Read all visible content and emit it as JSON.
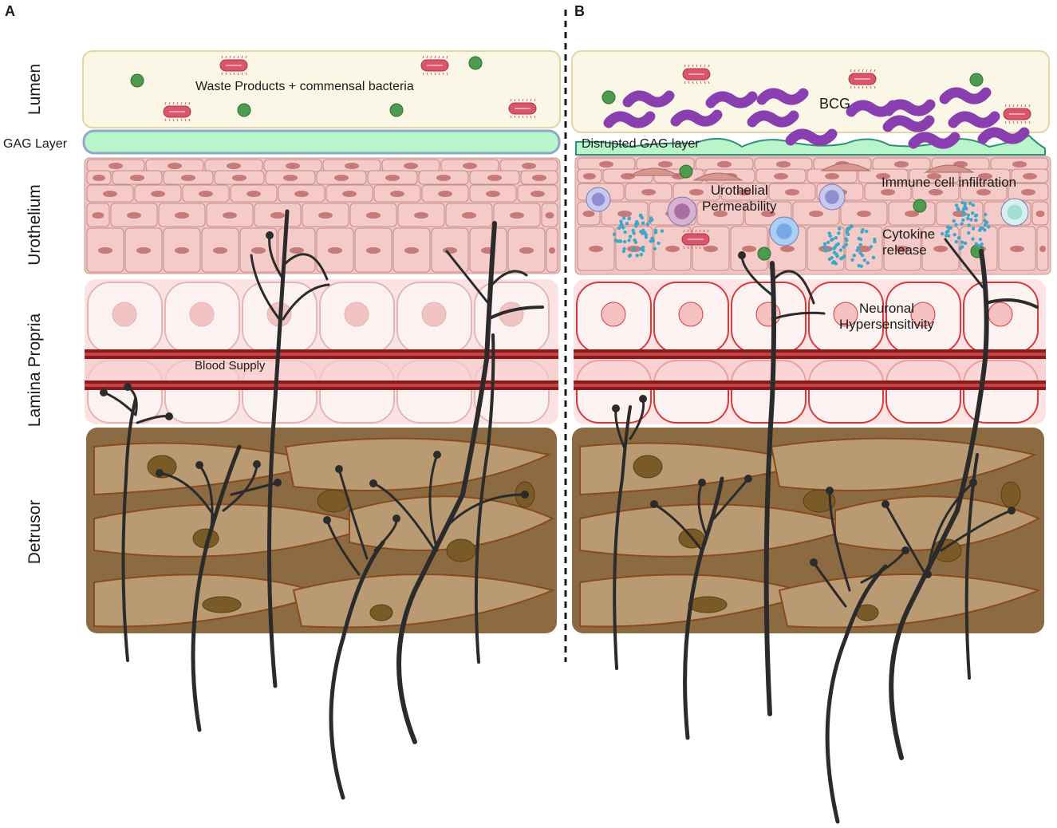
{
  "panels": {
    "a": "A",
    "b": "B"
  },
  "side_labels": {
    "lumen": "Lumen",
    "gag": "GAG Layer",
    "urothelium": "Urothelium",
    "lamina": "Lamina Propria",
    "detrusor": "Detrusor"
  },
  "panel_a": {
    "waste": "Waste Products + commensal bacteria",
    "blood": "Blood Supply"
  },
  "panel_b": {
    "bcg": "BCG",
    "gag": "Disrupted GAG layer",
    "permeability": [
      "Urothelial",
      "Permeability"
    ],
    "immune": "Immune cell infiltration",
    "cytokine": [
      "Cytokine",
      "release"
    ],
    "neuronal": [
      "Neuronal",
      "Hypersensitivity"
    ]
  },
  "colors": {
    "lumen_fill": "#fbf7e6",
    "gag_fill": "#b8f5c8",
    "urothelium_fill": "#f2c4c1",
    "lamina_fill": "#fbe3e3",
    "vessel": "#8c1a1a",
    "detrusor_fill": "#a8875a",
    "nerve": "#2b2b2b",
    "bcg": "#8a3fb0",
    "bacteria": "#d9566a",
    "particle": "#4e9a4e"
  }
}
